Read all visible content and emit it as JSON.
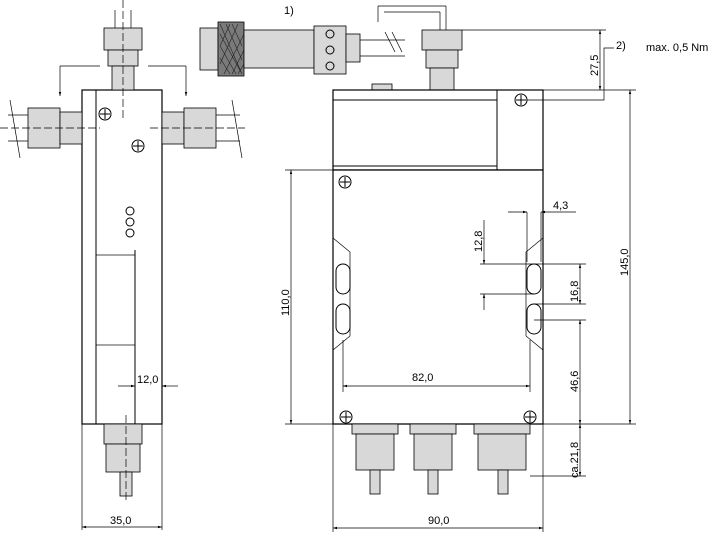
{
  "callouts": {
    "note1": "1)",
    "note2": "2)",
    "torque": "max. 0,5 Nm"
  },
  "dimensions": {
    "side_width": "35,0",
    "side_offset": "12,0",
    "front_width": "90,0",
    "hole_spacing": "82,0",
    "height_110": "110,0",
    "height_145": "145,0",
    "top_27": "27,5",
    "slot_width": "4,3",
    "slot_12": "12,8",
    "slot_16": "16,8",
    "bottom_46": "46,6",
    "bottom_ca": "ca.21,8"
  }
}
